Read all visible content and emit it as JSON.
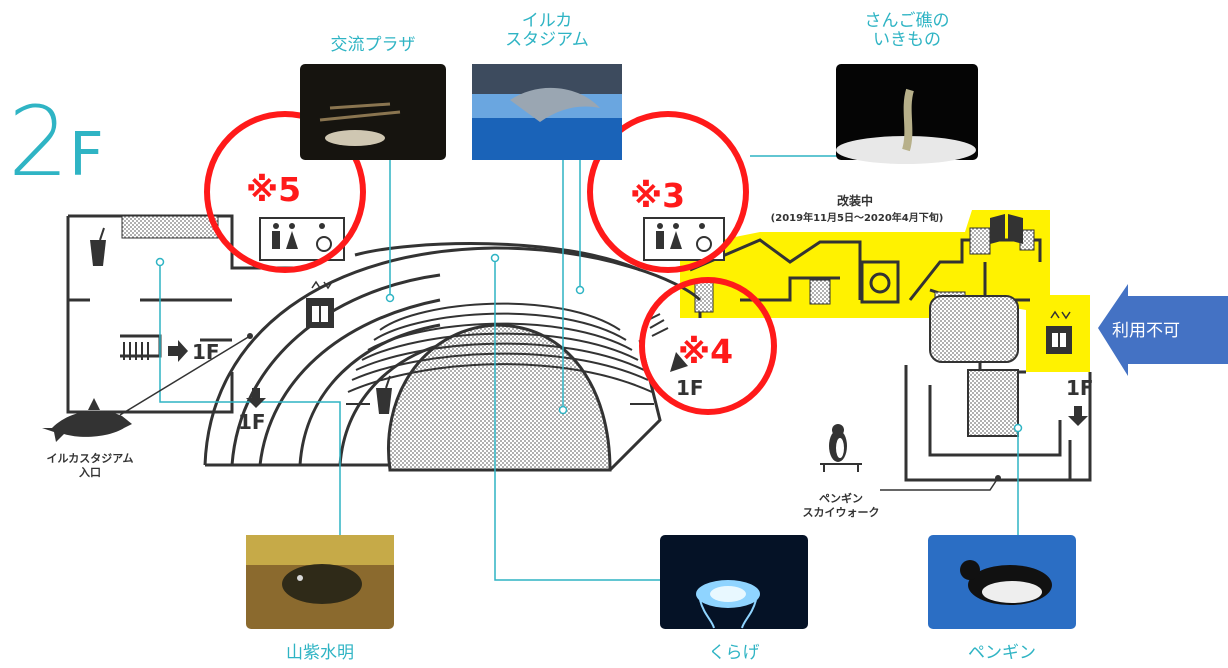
{
  "floor": {
    "number": "2",
    "suffix": "F"
  },
  "exhibits": [
    {
      "label": "交流プラザ"
    },
    {
      "label": "イルカ\nスタジアム"
    },
    {
      "label": "さんご礁の\nいきもの"
    },
    {
      "label": "山紫水明"
    },
    {
      "label": "くらげ"
    },
    {
      "label": "ペンギン"
    }
  ],
  "notes": {
    "n5": "※5",
    "n3": "※3",
    "n4": "※4"
  },
  "renovation": {
    "title": "改装中",
    "period": "(2019年11月5日〜2020年4月下旬)"
  },
  "floor_links": {
    "stairs_left": "1F",
    "arrow_down_left": "1F",
    "arrow_right_stairs": "1F",
    "arrow_up_right": "1F"
  },
  "places": {
    "dolphin_entrance": "イルカスタジアム\n入口",
    "penguin_walk": "ペンギン\nスカイウォーク"
  },
  "callout": {
    "text": "利用不可",
    "color": "#4472c4"
  },
  "colors": {
    "accent": "#2fb4c4",
    "warning": "#ff1a1a",
    "renovation": "#fff200",
    "outline": "#333333"
  },
  "icons": [
    "restroom-icon",
    "wheelchair-icon",
    "elevator-icon",
    "drink-icon",
    "book-icon",
    "dolphin-icon",
    "penguin-icon"
  ]
}
